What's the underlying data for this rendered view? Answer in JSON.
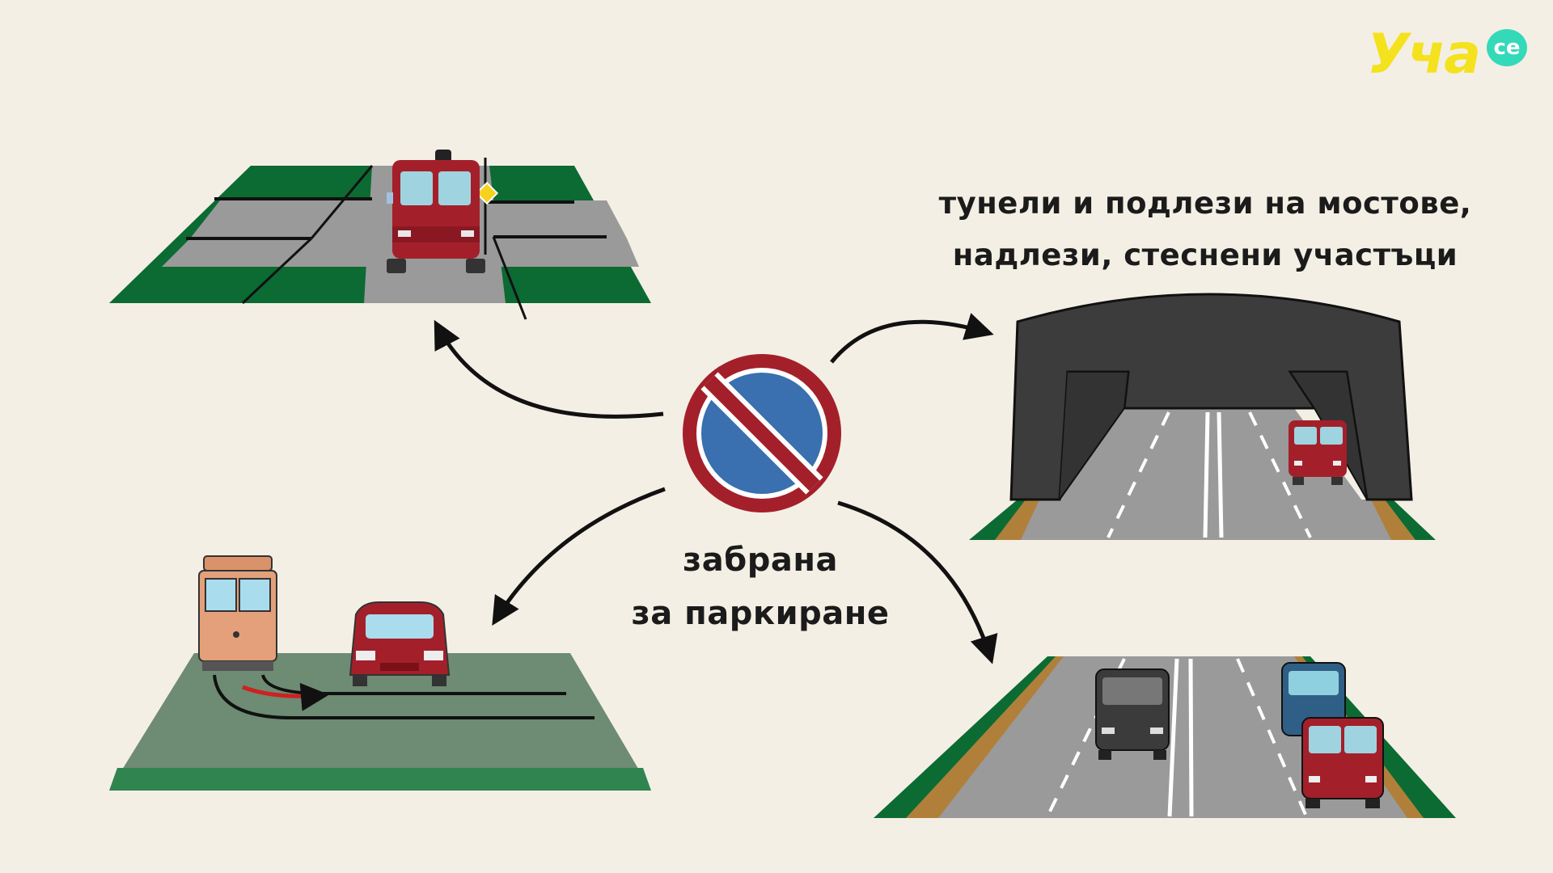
{
  "logo": {
    "word": "Уча",
    "bubble": "се"
  },
  "sign": {
    "caption_line1": "забрана",
    "caption_line2": "за паркиране"
  },
  "tunnels": {
    "caption_line1": "тунели и подлези на мостове,",
    "caption_line2": "надлези, стеснени участъци"
  },
  "colors": {
    "background": "#f4efe4",
    "grass": "#0b6b33",
    "road": "#9a9a9a",
    "sign_red": "#a3202a",
    "sign_blue": "#3a6fb0",
    "car_red": "#a3202a",
    "tunnel": "#3c3c3c",
    "logo_yellow": "#f3e21d",
    "logo_teal": "#34d9b9"
  }
}
